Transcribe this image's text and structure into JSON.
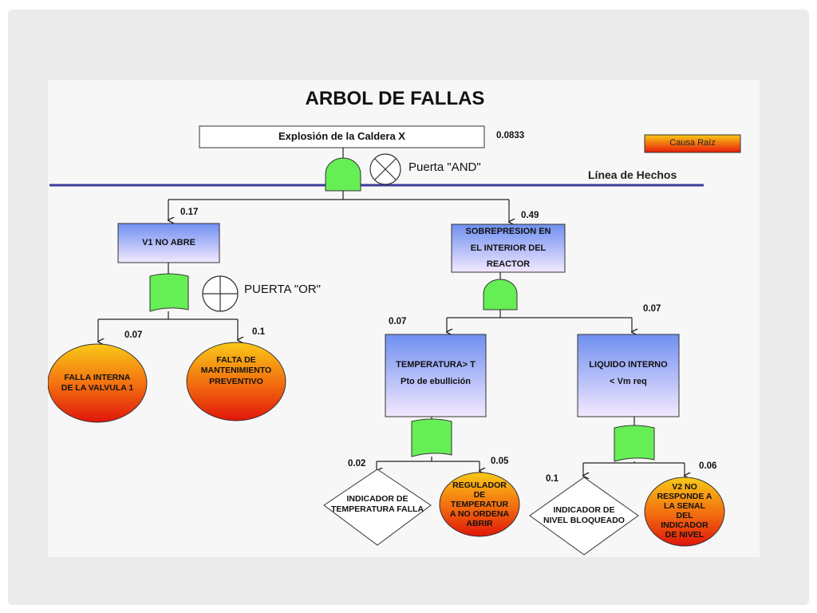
{
  "title": "ARBOL  DE FALLAS",
  "legend": {
    "label": "Causa Raíz"
  },
  "fact_line": {
    "label": "Línea de Hechos"
  },
  "gates": {
    "and_label": "Puerta \"AND\"",
    "or_label": "PUERTA \"OR\""
  },
  "top_event": {
    "label": "Explosión de la Caldera X",
    "prob": "0.0833"
  },
  "v1": {
    "label": "V1 NO ABRE",
    "prob": "0.17"
  },
  "sobre": {
    "label_lines": [
      "SOBREPRESION EN",
      "EL INTERIOR DEL",
      "REACTOR"
    ],
    "prob": "0.49"
  },
  "falla_interna": {
    "label_lines": [
      "FALLA INTERNA",
      "DE LA VALVULA 1"
    ],
    "prob": "0.07"
  },
  "falta_mant": {
    "label_lines": [
      "FALTA DE",
      "MANTENIMIENTO",
      "PREVENTIVO"
    ],
    "prob": "0.1"
  },
  "temperatura": {
    "label_lines": [
      "TEMPERATURA> T",
      "Pto de ebullición"
    ],
    "prob": "0.07"
  },
  "liquido": {
    "label_lines": [
      "LIQUIDO INTERNO",
      "< Vm req"
    ],
    "prob": "0.07"
  },
  "ind_temp": {
    "label_lines": [
      "INDICADOR DE",
      "TEMPERATURA FALLA"
    ],
    "prob": "0.02"
  },
  "regulador": {
    "label_lines": [
      "REGULADOR",
      "DE",
      "TEMPERATUR",
      "A NO ORDENA",
      "ABRIR"
    ],
    "prob": "0.05"
  },
  "ind_nivel": {
    "label_lines": [
      "INDICADOR DE",
      "NIVEL BLOQUEADO"
    ],
    "prob": "0.1"
  },
  "v2": {
    "label_lines": [
      "V2 NO",
      "RESPONDE A",
      "LA SENAL",
      "DEL",
      "INDICADOR",
      "DE NIVEL"
    ],
    "prob": "0.06"
  },
  "colors": {
    "fact_line": "#3b3b9a",
    "gate": "#66ee55",
    "box_top": "#6f8ff0",
    "box_bottom": "#f3e8ff",
    "root_top": "#f7c417",
    "root_bottom": "#e81b0a"
  }
}
